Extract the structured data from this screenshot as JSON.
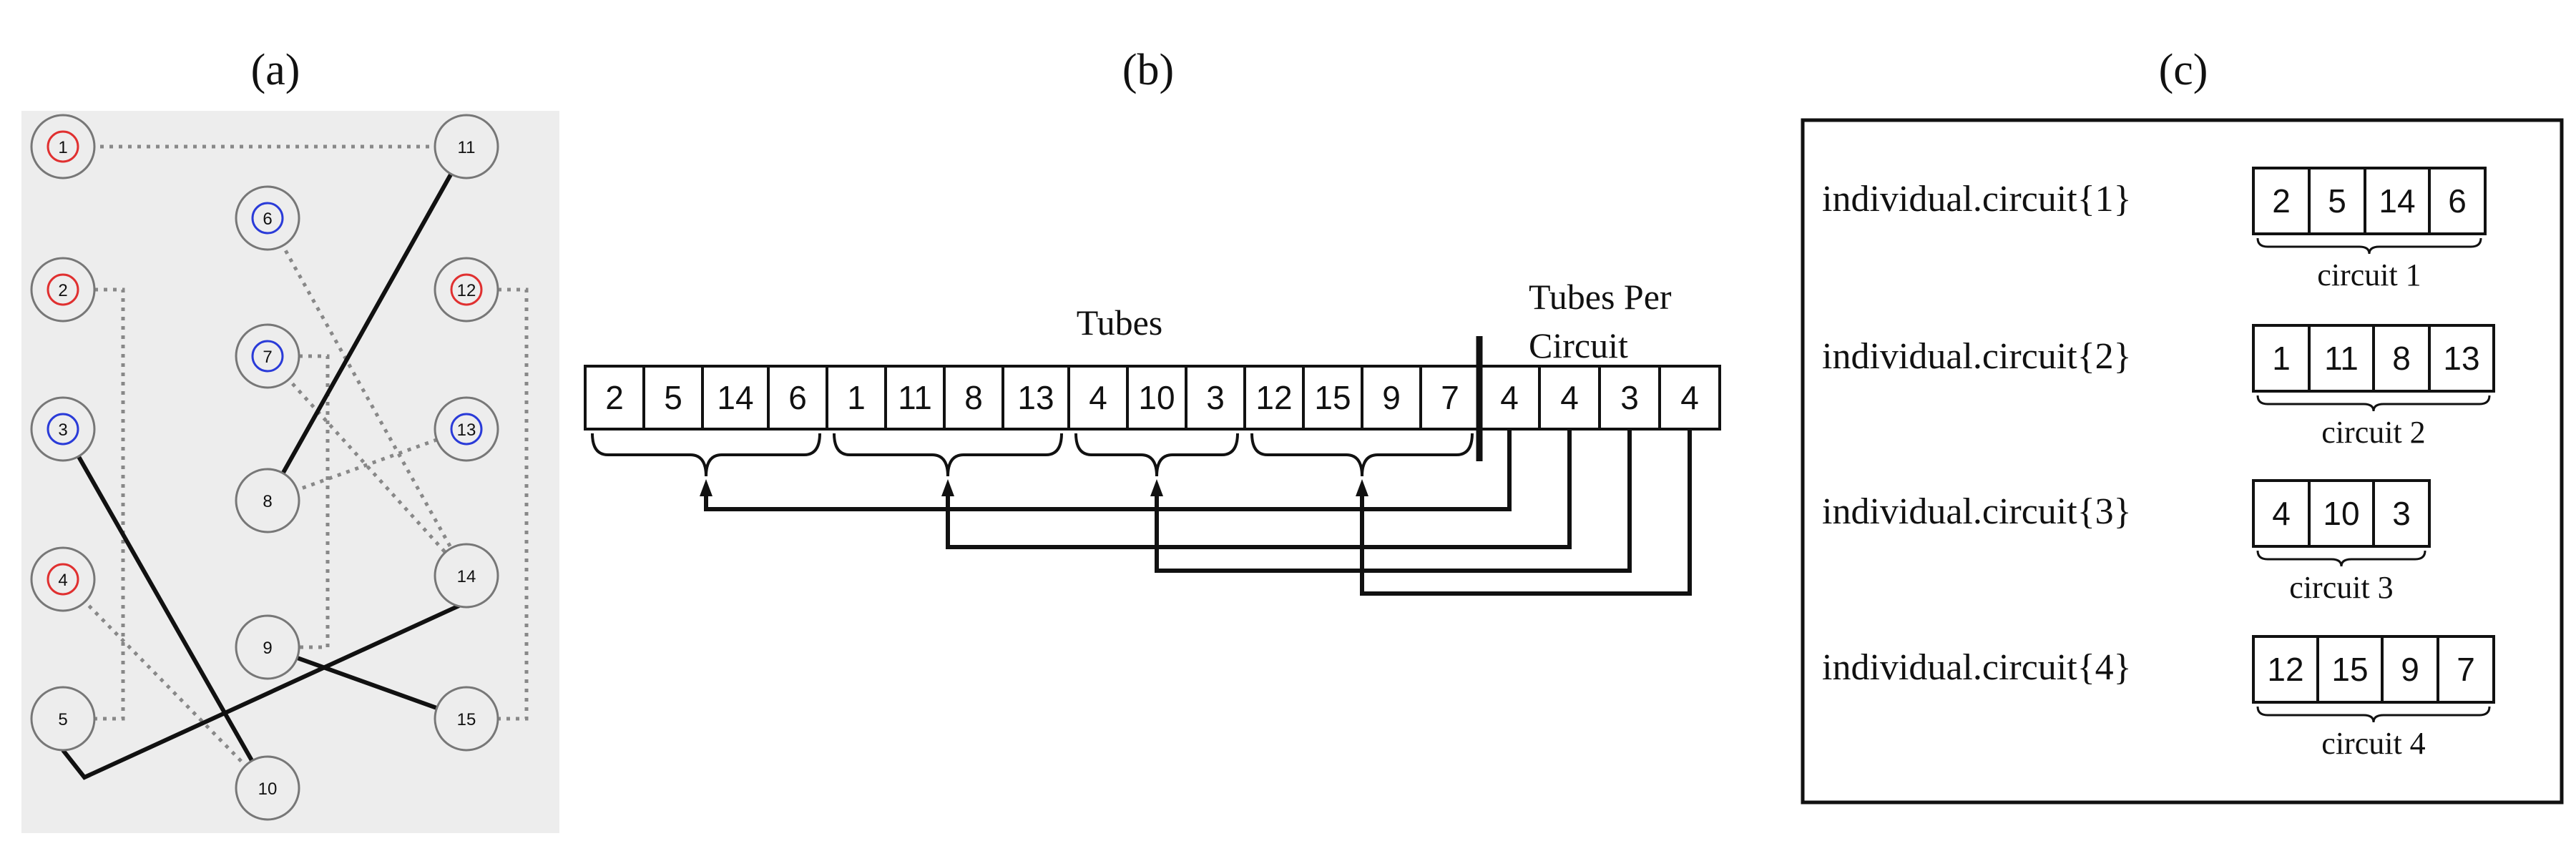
{
  "panels": {
    "a": {
      "label": "(a)",
      "nodes": [
        {
          "id": "1",
          "ring": "#e03030"
        },
        {
          "id": "2",
          "ring": "#e03030"
        },
        {
          "id": "3",
          "ring": "#2a3bd8"
        },
        {
          "id": "4",
          "ring": "#e03030"
        },
        {
          "id": "5",
          "ring": "#777777"
        },
        {
          "id": "6",
          "ring": "#2a3bd8"
        },
        {
          "id": "7",
          "ring": "#2a3bd8"
        },
        {
          "id": "8",
          "ring": "#777777"
        },
        {
          "id": "9",
          "ring": "#777777"
        },
        {
          "id": "10",
          "ring": "#777777"
        },
        {
          "id": "11",
          "ring": "#777777"
        },
        {
          "id": "12",
          "ring": "#e03030"
        },
        {
          "id": "13",
          "ring": "#2a3bd8"
        },
        {
          "id": "14",
          "ring": "#777777"
        },
        {
          "id": "15",
          "ring": "#777777"
        }
      ],
      "links": [
        {
          "from": "1",
          "to": "11",
          "style": "dotted",
          "route": "straight"
        },
        {
          "from": "2",
          "to": "5",
          "style": "dotted",
          "route": "elbow-right"
        },
        {
          "from": "12",
          "to": "15",
          "style": "dotted",
          "route": "elbow-right"
        },
        {
          "from": "7",
          "to": "9",
          "style": "dotted",
          "route": "elbow-right"
        },
        {
          "from": "6",
          "to": "14",
          "style": "dotted",
          "route": "straight"
        },
        {
          "from": "7",
          "to": "14",
          "style": "dotted",
          "route": "straight"
        },
        {
          "from": "8",
          "to": "13",
          "style": "dotted",
          "route": "straight"
        },
        {
          "from": "4",
          "to": "10",
          "style": "dotted",
          "route": "straight"
        },
        {
          "from": "11",
          "to": "8",
          "style": "solid",
          "route": "straight"
        },
        {
          "from": "3",
          "to": "10",
          "style": "solid",
          "route": "straight"
        },
        {
          "from": "9",
          "to": "15",
          "style": "solid",
          "route": "straight"
        },
        {
          "from": "5",
          "to": "14",
          "style": "solid",
          "route": "bent"
        }
      ]
    },
    "b": {
      "label": "(b)",
      "tubes_label": "Tubes",
      "tpc_label_line1": "Tubes Per",
      "tpc_label_line2": "Circuit",
      "tubes": [
        "2",
        "5",
        "14",
        "6",
        "1",
        "11",
        "8",
        "13",
        "4",
        "10",
        "3",
        "12",
        "15",
        "9",
        "7"
      ],
      "tubes_per_circuit": [
        "4",
        "4",
        "3",
        "4"
      ]
    },
    "c": {
      "label": "(c)",
      "rows": [
        {
          "variable": "individual.circuit{1}",
          "cells": [
            "2",
            "5",
            "14",
            "6"
          ],
          "caption": "circuit 1"
        },
        {
          "variable": "individual.circuit{2}",
          "cells": [
            "1",
            "11",
            "8",
            "13"
          ],
          "caption": "circuit 2"
        },
        {
          "variable": "individual.circuit{3}",
          "cells": [
            "4",
            "10",
            "3"
          ],
          "caption": "circuit 3"
        },
        {
          "variable": "individual.circuit{4}",
          "cells": [
            "12",
            "15",
            "9",
            "7"
          ],
          "caption": "circuit 4"
        }
      ]
    }
  }
}
